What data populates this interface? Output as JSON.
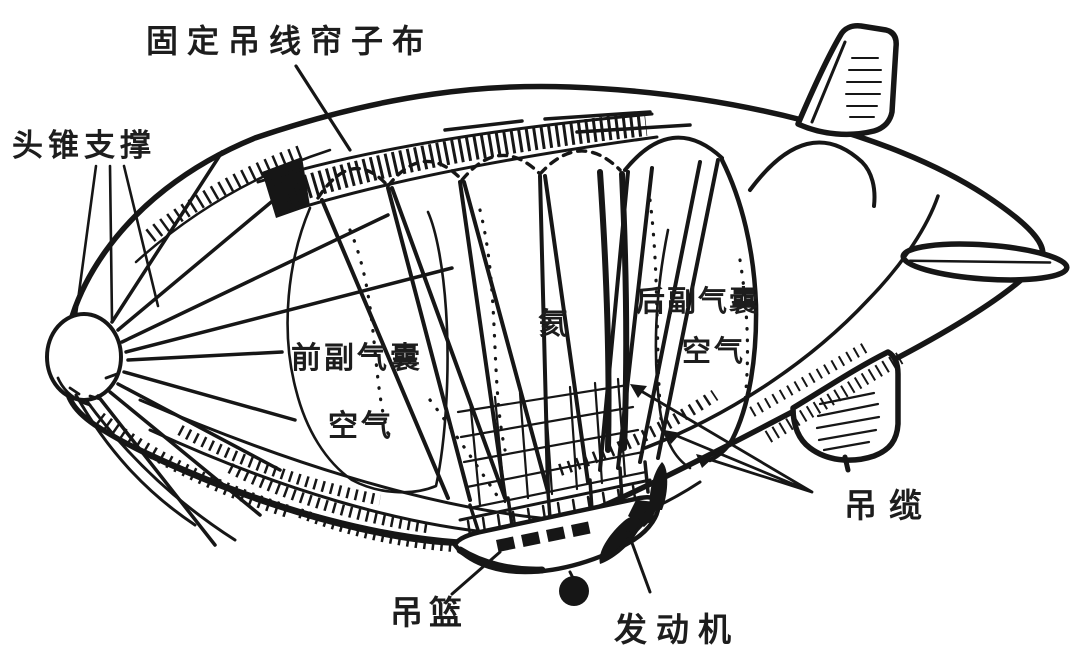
{
  "diagram": {
    "type": "airship-cutaway-illustration",
    "colors": {
      "ink": "#161616",
      "paper": "#ffffff"
    },
    "labels": {
      "curtain": "固定吊线帘子布",
      "nose_support": "头锥支撑",
      "front_ballonet": "前副气囊",
      "front_air": "空气",
      "helium": "氦",
      "rear_ballonet": "后副气囊",
      "rear_air": "空气",
      "cables": "吊缆",
      "gondola": "吊篮",
      "engine": "发动机"
    }
  }
}
